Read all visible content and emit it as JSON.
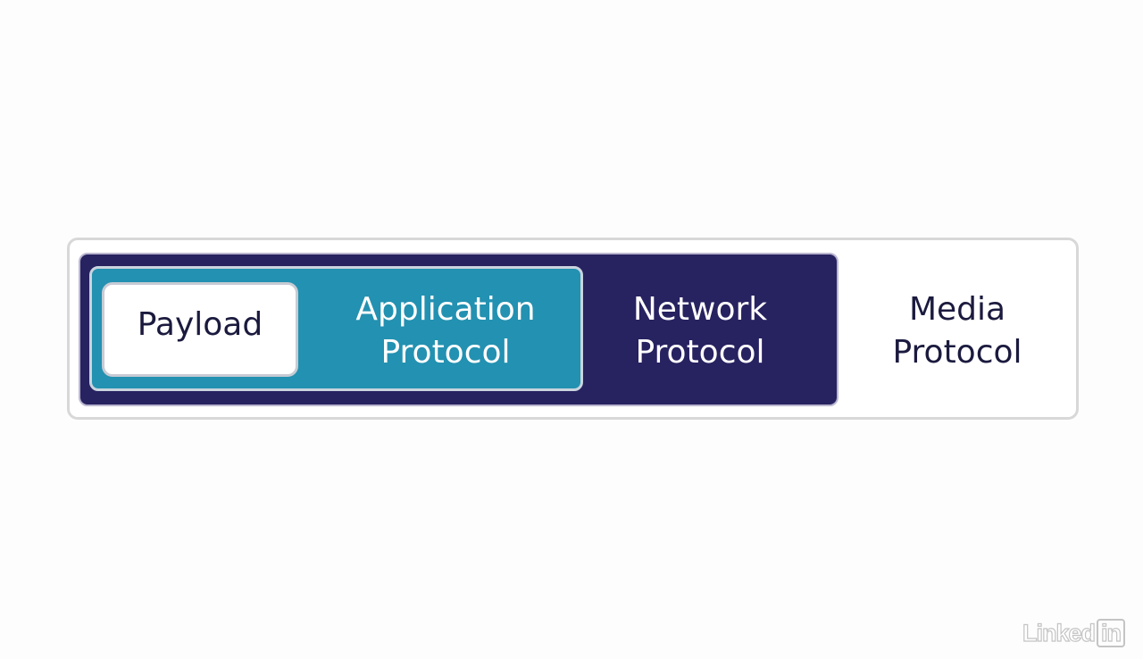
{
  "diagram": {
    "payload": {
      "label": "Payload"
    },
    "application_protocol": {
      "lines": [
        "Application",
        "Protocol"
      ]
    },
    "network_protocol": {
      "lines": [
        "Network",
        "Protocol"
      ]
    },
    "media_protocol": {
      "lines": [
        "Media",
        "Protocol"
      ]
    }
  },
  "colors": {
    "network_fill": "#272260",
    "application_fill": "#2391b1",
    "payload_fill": "#ffffff",
    "media_fill": "#ffffff",
    "dark_text": "#1b1a3e",
    "light_text": "#ffffff"
  },
  "watermark": {
    "text": "Linked",
    "in_text": "in"
  }
}
